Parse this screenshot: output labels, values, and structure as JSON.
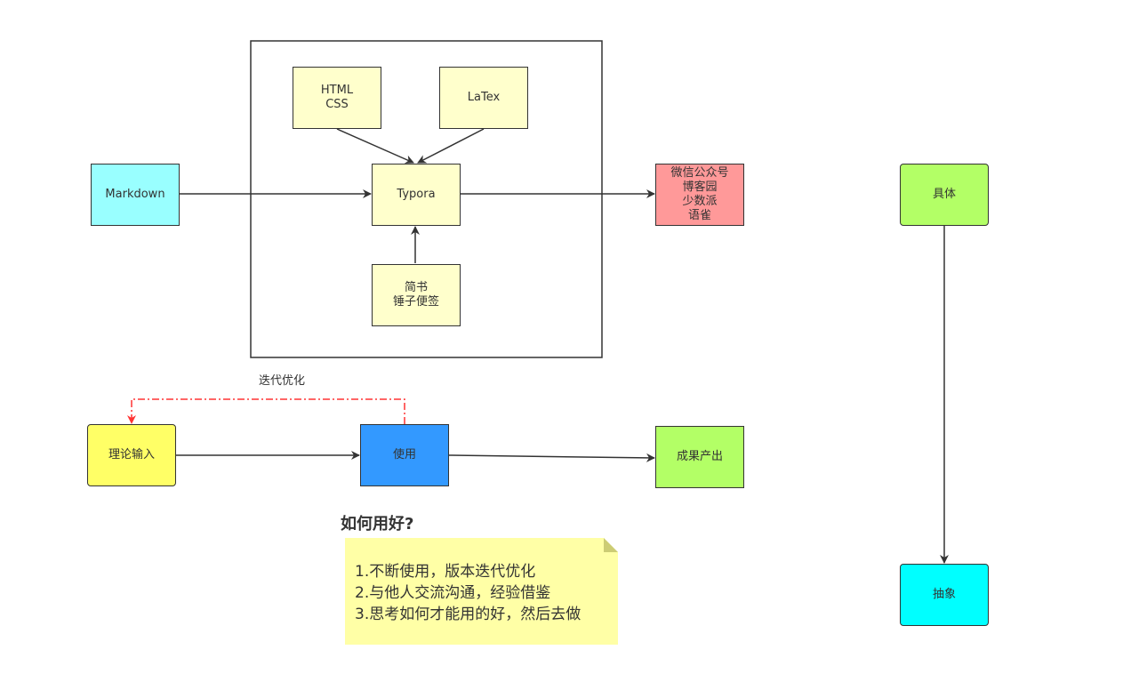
{
  "nodes": {
    "markdown": {
      "label": "Markdown",
      "color": "#99FFFF"
    },
    "html_css": {
      "label": "HTML\nCSS",
      "color": "#FFFFCC"
    },
    "latex": {
      "label": "LaTex",
      "color": "#FFFFCC"
    },
    "typora": {
      "label": "Typora",
      "color": "#FFFFCC"
    },
    "jianshu": {
      "label": "简书\n锤子便签",
      "color": "#FFFFCC"
    },
    "platforms": {
      "label": "微信公众号\n博客园\n少数派\n语雀",
      "color": "#FF9999"
    },
    "theory": {
      "label": "理论输入",
      "color": "#FFFF66"
    },
    "use": {
      "label": "使用",
      "color": "#3399FF"
    },
    "output": {
      "label": "成果产出",
      "color": "#B3FF66"
    },
    "concrete": {
      "label": "具体",
      "color": "#B3FF66"
    },
    "abstract": {
      "label": "抽象",
      "color": "#00FFFF"
    }
  },
  "iterate_label": "迭代优化",
  "heading": "如何用好?",
  "note": {
    "text": "1.不断使用，版本迭代优化\n2.与他人交流沟通，经验借鉴\n3.思考如何才能用的好，然后去做",
    "color": "#FFFFA6",
    "fold_color": "#CCCC74"
  },
  "colors": {
    "edge": "#333333",
    "iterate_edge": "#FF3333"
  }
}
